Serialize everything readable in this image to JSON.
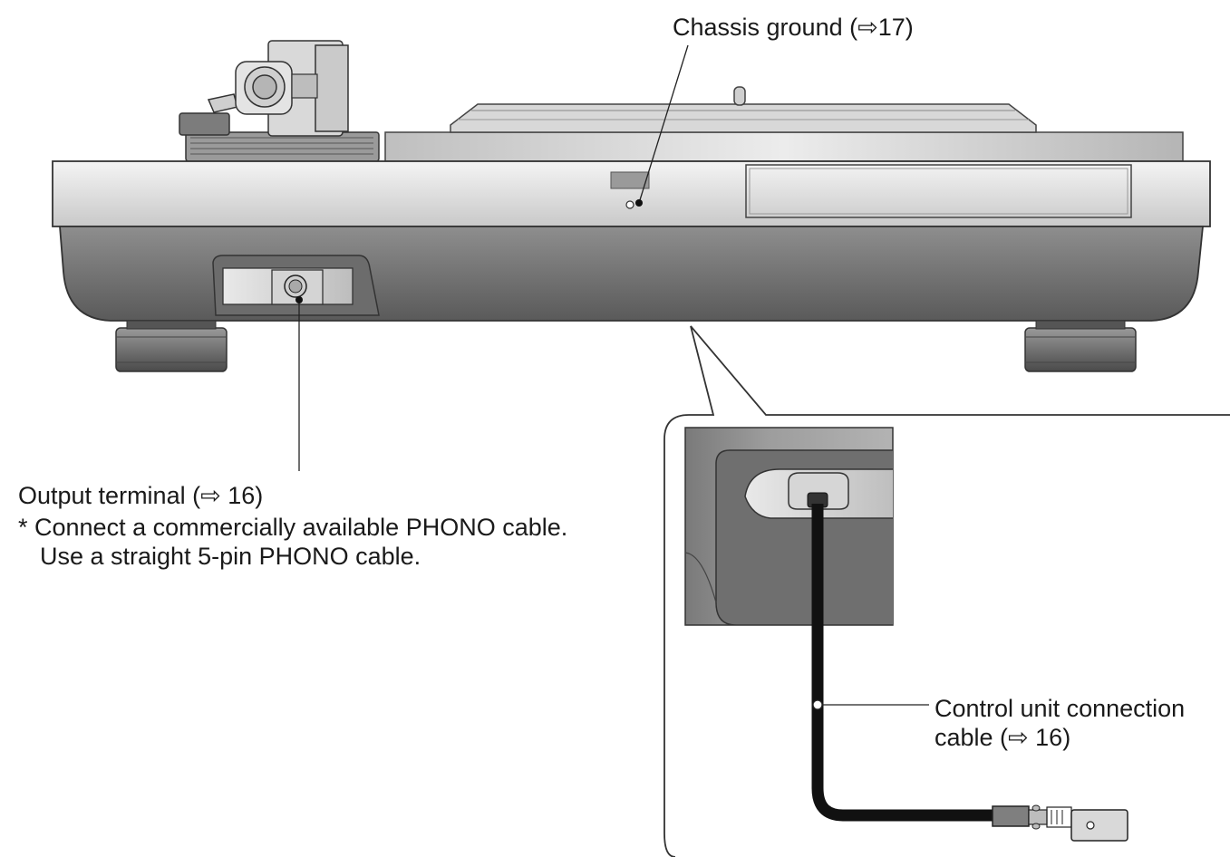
{
  "labels": {
    "chassis_ground": "Chassis ground (⇨17)",
    "output_terminal": "Output terminal (⇨ 16)",
    "output_note_line1": "* Connect a commercially available PHONO cable.",
    "output_note_line2": "Use a straight 5-pin PHONO cable.",
    "control_cable_line1": "Control unit connection",
    "control_cable_line2": "cable (⇨ 16)"
  }
}
